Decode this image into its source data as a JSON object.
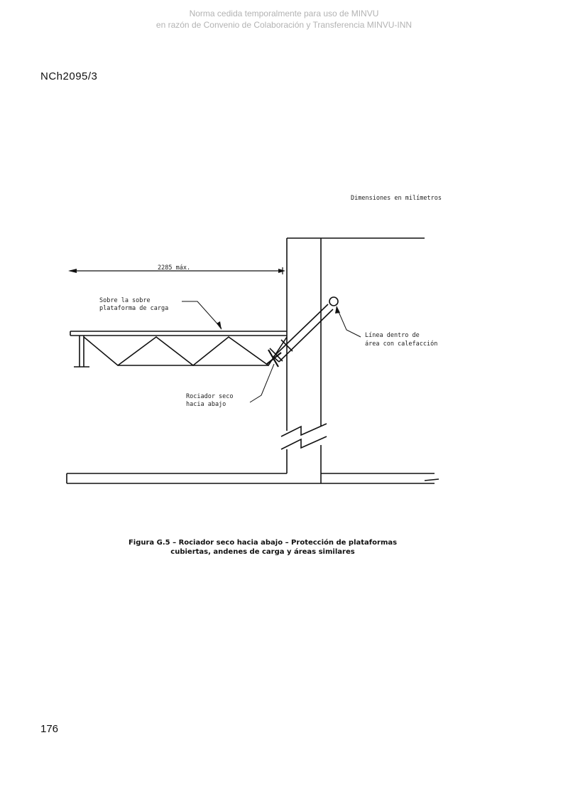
{
  "watermark": {
    "line1": "Norma cedida temporalmente para uso de MINVU",
    "line2": "en razón de Convenio de Colaboración y Transferencia MINVU-INN"
  },
  "header": {
    "standard_code": "NCh2095/3"
  },
  "figure": {
    "units_note": "Dimensiones en milímetros",
    "dimension_label": "2285 máx.",
    "callouts": {
      "platform_line1": "Sobre la sobre",
      "platform_line2": "plataforma de carga",
      "sprinkler_line1": "Rociador seco",
      "sprinkler_line2": "hacia abajo",
      "pipe_line1": "Línea dentro de",
      "pipe_line2": "área con calefacción"
    },
    "caption_line1": "Figura G.5 – Rociador seco hacia abajo – Protección de plataformas",
    "caption_line2": "cubiertas, andenes de carga y áreas similares"
  },
  "footer": {
    "page_number": "176"
  }
}
